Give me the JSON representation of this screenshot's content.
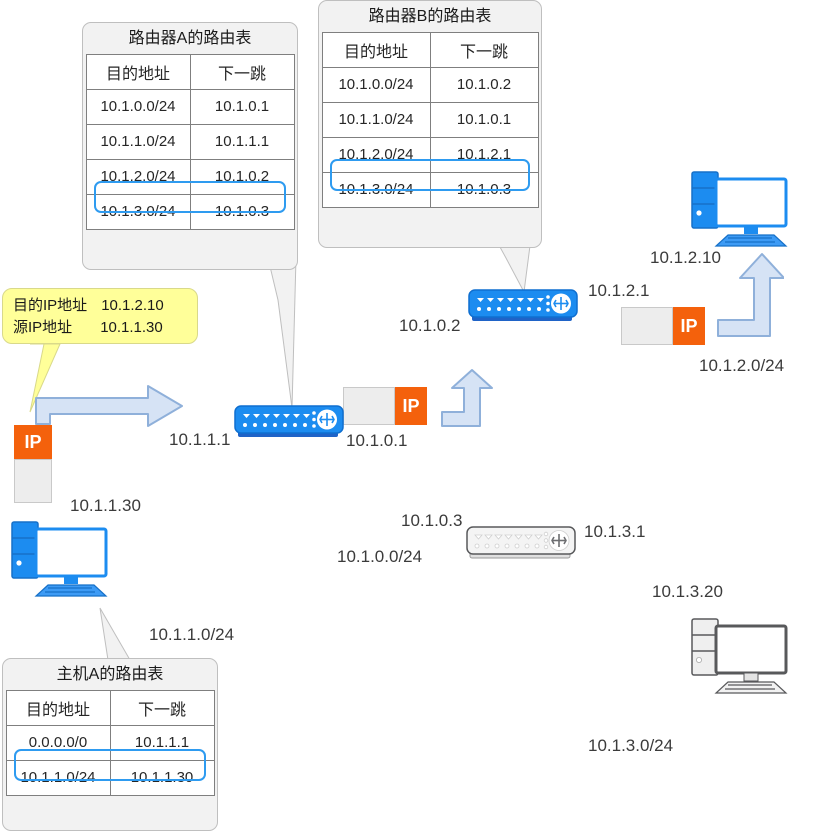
{
  "diagram": {
    "title": "IP routing / forwarding path diagram"
  },
  "tables": {
    "router_a": {
      "title": "路由器A的路由表",
      "headers": [
        "目的地址",
        "下一跳"
      ],
      "rows": [
        [
          "10.1.0.0/24",
          "10.1.0.1"
        ],
        [
          "10.1.1.0/24",
          "10.1.1.1"
        ],
        [
          "10.1.2.0/24",
          "10.1.0.2"
        ],
        [
          "10.1.3.0/24",
          "10.1.0.3"
        ]
      ],
      "highlight_row": 2
    },
    "router_b": {
      "title": "路由器B的路由表",
      "headers": [
        "目的地址",
        "下一跳"
      ],
      "rows": [
        [
          "10.1.0.0/24",
          "10.1.0.2"
        ],
        [
          "10.1.1.0/24",
          "10.1.0.1"
        ],
        [
          "10.1.2.0/24",
          "10.1.2.1"
        ],
        [
          "10.1.3.0/24",
          "10.1.0.3"
        ]
      ],
      "highlight_row": 2
    },
    "host_a": {
      "title": "主机A的路由表",
      "headers": [
        "目的地址",
        "下一跳"
      ],
      "rows": [
        [
          "0.0.0.0/0",
          "10.1.1.1"
        ],
        [
          "10.1.1.0/24",
          "10.1.1.30"
        ]
      ],
      "highlight_row": 0
    }
  },
  "note": {
    "dest_label": "目的IP地址",
    "dest_value": "10.1.2.10",
    "src_label": "源IP地址",
    "src_value": "10.1.1.30"
  },
  "packets": {
    "host_a_packet": "IP",
    "router_a_packet": "IP",
    "router_b_packet": "IP"
  },
  "labels": {
    "host_a_ip": "10.1.1.30",
    "net_1": "10.1.1.0/24",
    "router_a_if1": "10.1.1.1",
    "router_a_if0": "10.1.0.1",
    "router_b_if0": "10.1.0.2",
    "router_b_if2": "10.1.2.1",
    "host_b_ip": "10.1.2.10",
    "net_2": "10.1.2.0/24",
    "router_c_if0": "10.1.0.3",
    "router_c_if3": "10.1.3.1",
    "net_0": "10.1.0.0/24",
    "host_c_ip": "10.1.3.20",
    "net_3": "10.1.3.0/24"
  },
  "devices": {
    "router_a": "router-a",
    "router_b": "router-b",
    "router_c": "router-c",
    "host_a": "host-a",
    "host_b": "host-b",
    "host_c": "host-c"
  },
  "colors": {
    "accent_blue": "#1c8cf0",
    "packet_orange": "#f4610c",
    "highlight_blue": "#2e9bf0",
    "arrow_fill": "#d6e3f5",
    "arrow_stroke": "#8fb0da",
    "note_yellow": "#ffff99",
    "inactive_gray": "#e8e8e8"
  }
}
